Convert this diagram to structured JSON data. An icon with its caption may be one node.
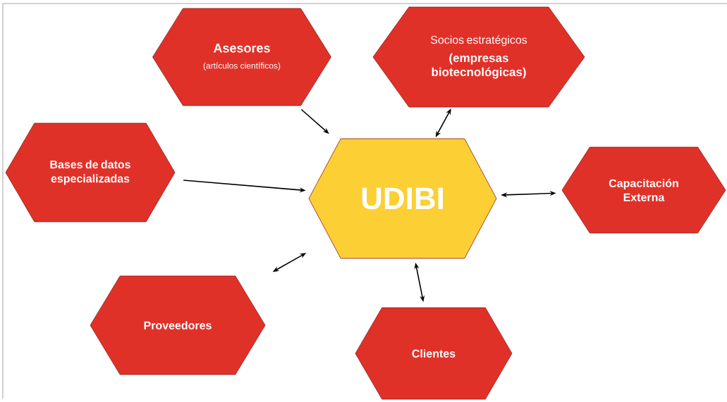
{
  "diagram": {
    "nodes": [
      {
        "text": [
          "Asesores",
          "(artículos científicos)"
        ]
      },
      {
        "text": [
          "Socios estratégicos",
          "(empresas biotecnológicas)"
        ]
      },
      {
        "text": [
          "Bases de datos especializadas"
        ]
      },
      {
        "text": [
          "UDIBI"
        ]
      },
      {
        "text": [
          "Capacitación Externa"
        ]
      },
      {
        "text": [
          "Proveedores"
        ]
      },
      {
        "text": [
          "Clientes"
        ]
      }
    ],
    "edges": [
      {
        "from": 0,
        "to": 3,
        "arrow": "to"
      },
      {
        "from": 1,
        "to": 3,
        "arrow": "both"
      },
      {
        "from": 2,
        "to": 3,
        "arrow": "to"
      },
      {
        "from": 3,
        "to": 4,
        "arrow": "both"
      },
      {
        "from": 3,
        "to": 5,
        "arrow": "both"
      },
      {
        "from": 3,
        "to": 6,
        "arrow": "both"
      }
    ]
  }
}
